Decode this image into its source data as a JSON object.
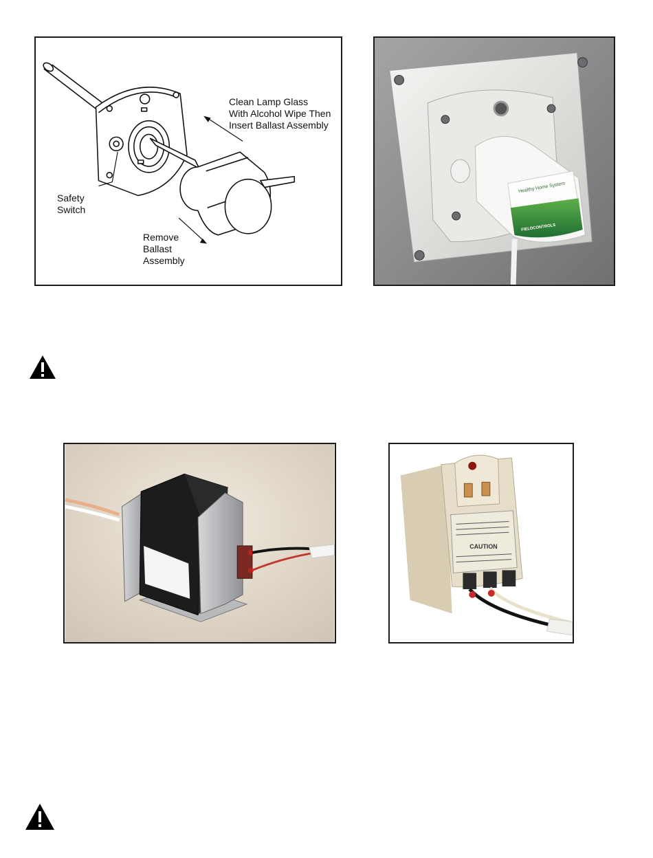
{
  "figure1": {
    "callouts": {
      "clean_lamp": "Clean Lamp Glass\nWith Alcohol Wipe Then\nInsert Ballast Assembly",
      "safety_switch": "Safety\nSwitch",
      "remove_ballast": "Remove\nBallast\nAssembly"
    }
  },
  "figure2": {
    "label_lines": [
      "Healthy Home System",
      "FIELDCONTROLS"
    ]
  },
  "figure4": {
    "label_caution": "CAUTION"
  },
  "colors": {
    "frame": "#1a1a1a",
    "wall_gray": "#8e9091",
    "label_green": "#2f8a3d",
    "transformer_black": "#1c1c1c",
    "warning_black": "#000000"
  }
}
